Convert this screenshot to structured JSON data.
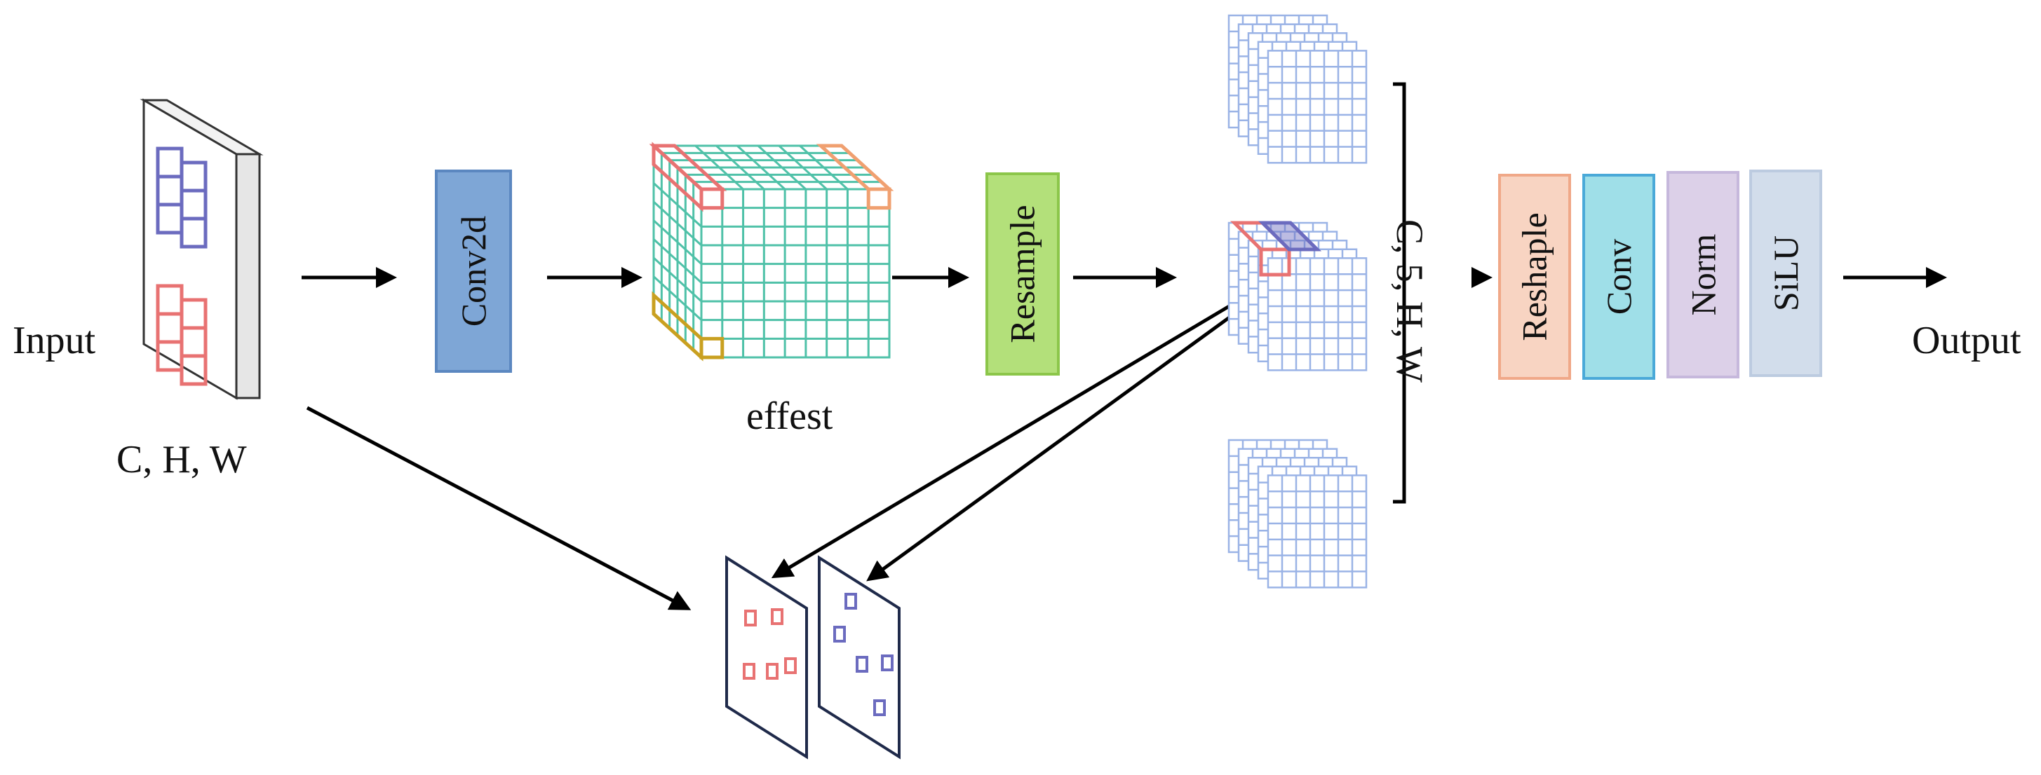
{
  "labels": {
    "input": "Input",
    "input_shape": "C, H, W",
    "effest": "effest",
    "concat_shape": "C, 5, H, W",
    "output": "Output"
  },
  "blocks": {
    "conv2d": "Conv2d",
    "resample": "Resample",
    "reshaple": "Reshaple",
    "conv": "Conv",
    "norm": "Norm",
    "silu": "SiLU"
  },
  "colors": {
    "conv2d_fill": "#7ea6d6",
    "conv2d_stroke": "#5b87c0",
    "resample_fill": "#b3e07a",
    "resample_stroke": "#8cc64a",
    "reshaple_fill": "#f8d4c2",
    "reshaple_stroke": "#f0a888",
    "conv_fill": "#9fdfe8",
    "conv_stroke": "#4aa9d8",
    "norm_fill": "#dcd0e8",
    "norm_stroke": "#c6b8dc",
    "silu_fill": "#d2ddeb",
    "silu_stroke": "#bccbe0",
    "teal_grid": "#4fc1a8",
    "blue_grid": "#9ab3e6",
    "red": "#e87272",
    "purple": "#6b6bbf",
    "orange": "#f0a070",
    "gold": "#c9a020"
  }
}
